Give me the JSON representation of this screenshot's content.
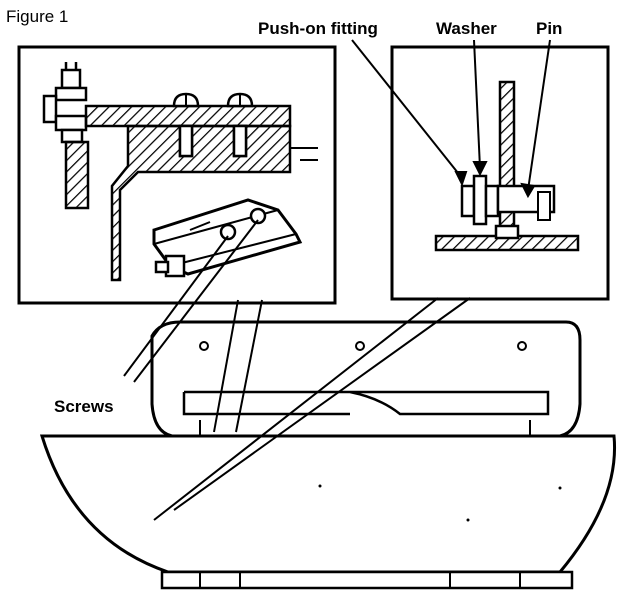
{
  "figure": {
    "title": "Figure 1"
  },
  "labels": {
    "push_on_fitting": "Push-on fitting",
    "washer": "Washer",
    "pin": "Pin",
    "screws": "Screws"
  }
}
